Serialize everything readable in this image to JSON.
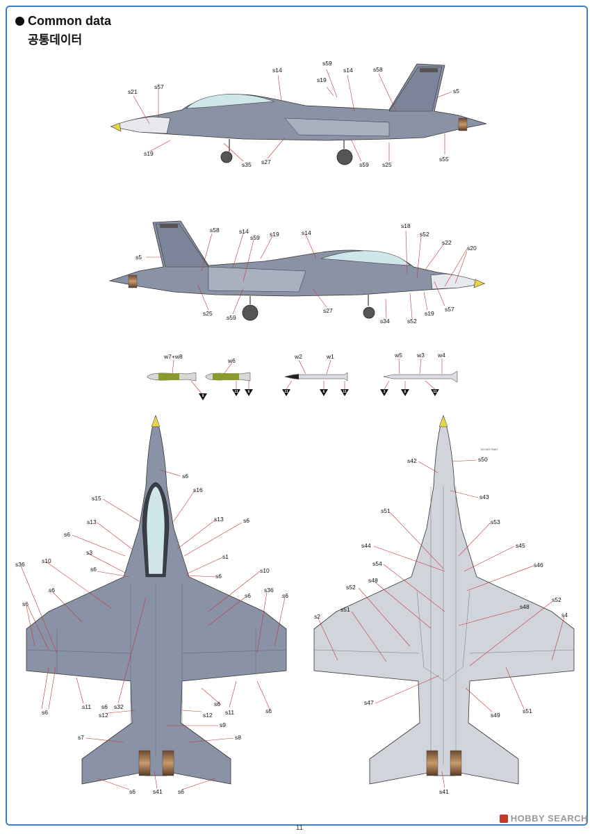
{
  "heading": {
    "title_en": "Common data",
    "title_ko": "공통데이터"
  },
  "side_view_left": {
    "labels": [
      "s14",
      "s59",
      "s14",
      "s58",
      "s5",
      "s21",
      "s57",
      "s19",
      "s19",
      "s35",
      "s27",
      "s59",
      "s25",
      "s55"
    ]
  },
  "side_view_right": {
    "labels": [
      "s58",
      "s14",
      "s59",
      "s19",
      "s14",
      "s18",
      "s52",
      "s22",
      "s20",
      "s5",
      "s25",
      "s59",
      "s27",
      "s34",
      "s52",
      "s19",
      "s57"
    ]
  },
  "weapons": {
    "labels": [
      "w7+w8",
      "w6",
      "w2",
      "w1",
      "w5",
      "w3",
      "w4"
    ],
    "markers": [
      "9",
      "11",
      "6",
      "11",
      "6",
      "11",
      "3",
      "6",
      "11"
    ]
  },
  "top_view": {
    "labels": [
      "s6",
      "s15",
      "s16",
      "s13",
      "s13",
      "s6",
      "s6",
      "s3",
      "s1",
      "s36",
      "s10",
      "s6",
      "s6",
      "s10",
      "s6",
      "s36",
      "s6",
      "s6",
      "s6",
      "s6",
      "s6",
      "s32",
      "s11",
      "s12",
      "s12",
      "s11",
      "s6",
      "s9",
      "s7",
      "s8",
      "s6",
      "s41",
      "s6",
      "s6"
    ]
  },
  "bottom_view": {
    "labels": [
      "s42",
      "s50",
      "s43",
      "s51",
      "s53",
      "s44",
      "s45",
      "s54",
      "s46",
      "s52",
      "s48",
      "s52",
      "s51",
      "s48",
      "s2",
      "s4",
      "s47",
      "s49",
      "s51",
      "s41"
    ],
    "stencil": "DO NOT PAINT"
  },
  "page_number": "11",
  "watermark": "HOBBY SEARCH",
  "colors": {
    "gray_dark": "#7f879b",
    "gray_mid": "#9aa2b4",
    "gray_light": "#c8ccd6",
    "bottom_gray": "#d2d4db",
    "canopy": "#cfe6ea",
    "nose_tip": "#e8d44a",
    "olive": "#8a9a2e",
    "frame": "#3d7fc4"
  }
}
